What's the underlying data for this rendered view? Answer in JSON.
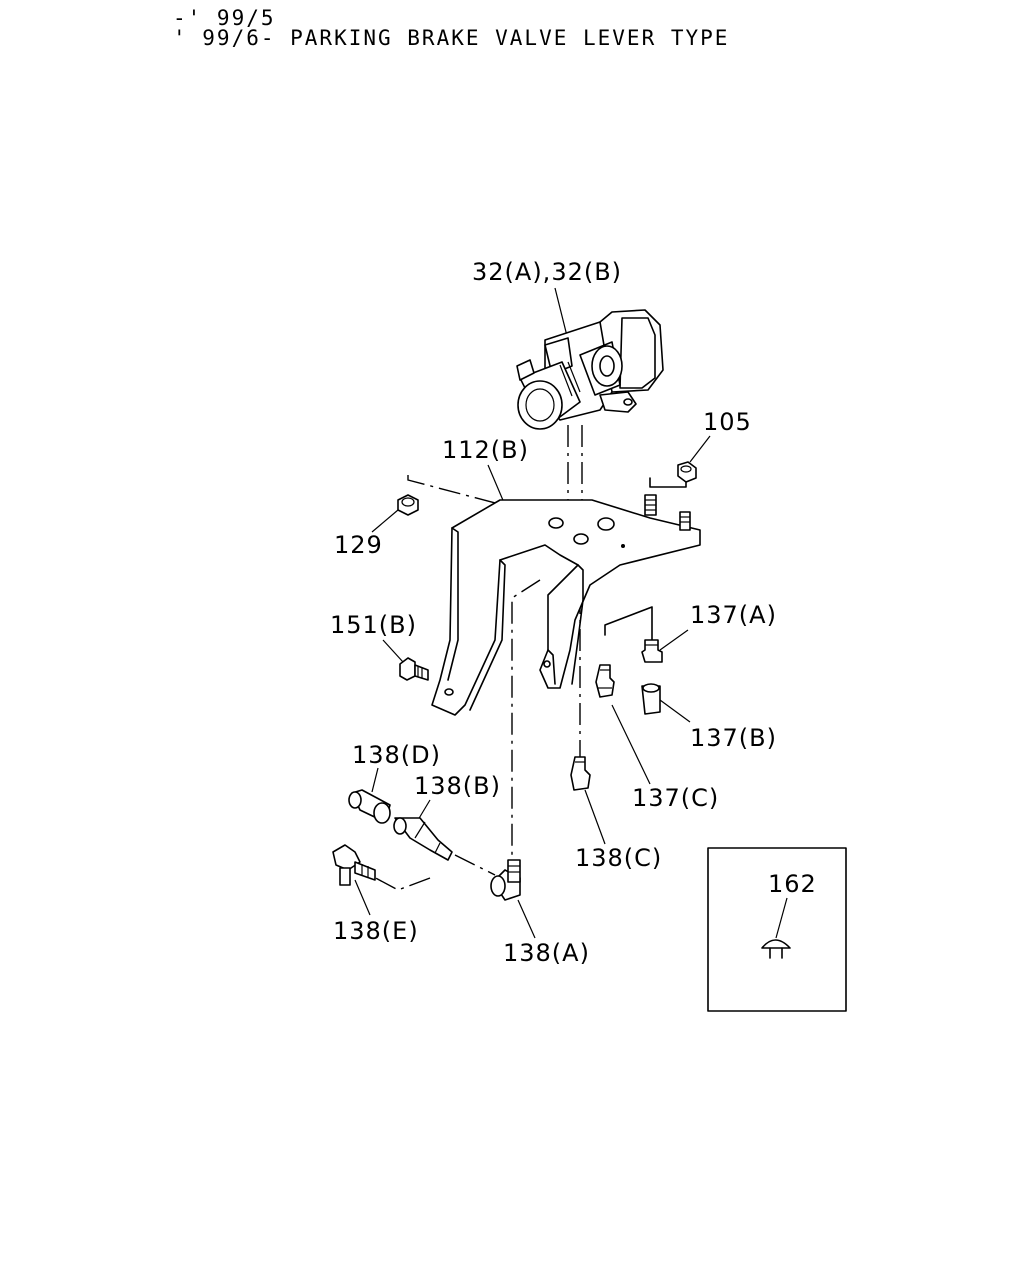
{
  "header": {
    "line1": "-' 99/5",
    "line2": "' 99/6- PARKING BRAKE VALVE LEVER TYPE"
  },
  "labels": {
    "p32": "32(A),32(B)",
    "p105": "105",
    "p112b": "112(B)",
    "p129": "129",
    "p151b": "151(B)",
    "p137a": "137(A)",
    "p137b": "137(B)",
    "p137c": "137(C)",
    "p138a": "138(A)",
    "p138b": "138(B)",
    "p138c": "138(C)",
    "p138d": "138(D)",
    "p138e": "138(E)",
    "p162": "162"
  }
}
